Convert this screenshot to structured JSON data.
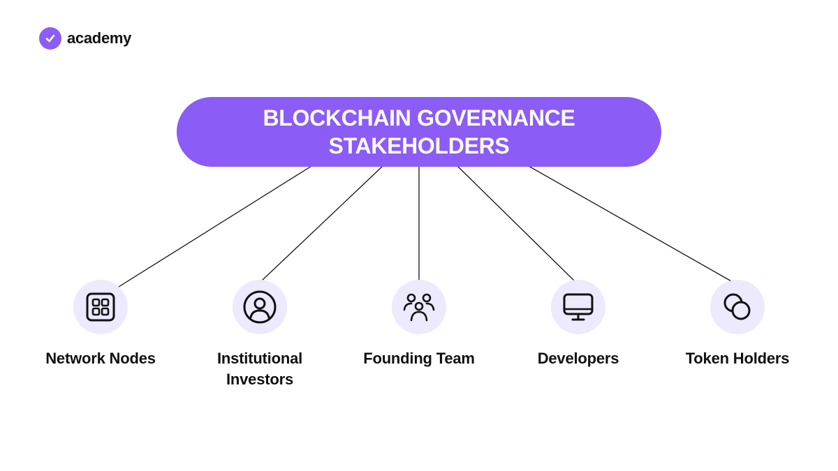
{
  "brand": {
    "name": "academy",
    "icon": "check-badge-icon",
    "accent": "#8b5cf6"
  },
  "title": "BLOCKCHAIN GOVERNANCE STAKEHOLDERS",
  "colors": {
    "pill": "#8b5cf6",
    "node_bg": "#ede9fe",
    "line": "#111111",
    "text": "#111111"
  },
  "stakeholders": [
    {
      "label": "Network Nodes",
      "icon": "grid-icon"
    },
    {
      "label": "Institutional Investors",
      "icon": "user-circle-icon"
    },
    {
      "label": "Founding Team",
      "icon": "group-icon"
    },
    {
      "label": "Developers",
      "icon": "monitor-icon"
    },
    {
      "label": "Token Holders",
      "icon": "overlapping-circles-icon"
    }
  ]
}
